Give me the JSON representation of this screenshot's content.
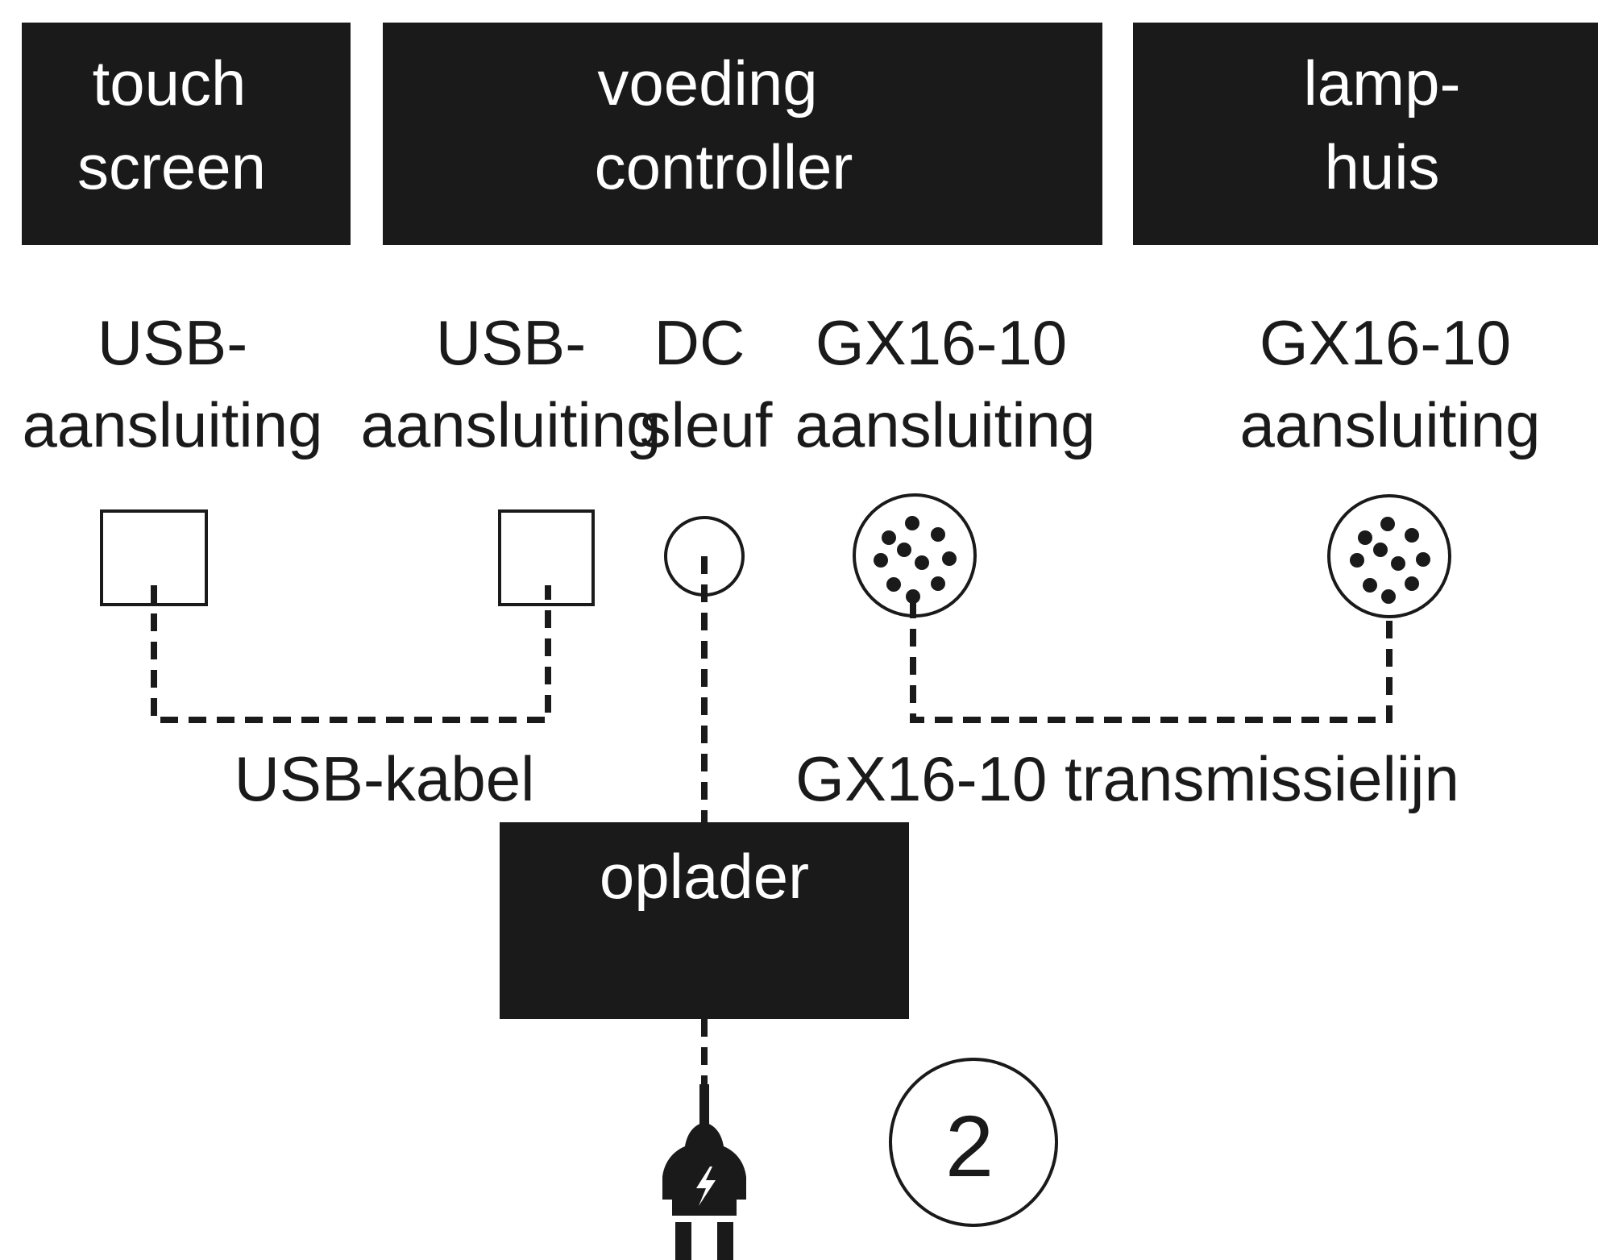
{
  "boxes": {
    "touch_screen": [
      "touch",
      "screen"
    ],
    "controller": [
      "voeding",
      "controller"
    ],
    "lamp_housing": [
      "lamp-",
      "huis"
    ],
    "charger": [
      "oplader"
    ]
  },
  "ports": {
    "touch_usb": [
      "USB-",
      "aansluiting"
    ],
    "controller_usb": [
      "USB-",
      "aansluiting"
    ],
    "controller_dc": [
      "DC",
      "sleuf"
    ],
    "controller_gx": [
      "GX16-10",
      "aansluiting"
    ],
    "lamp_gx": [
      "GX16-10",
      "aansluiting"
    ]
  },
  "cables": {
    "usb": "USB-kabel",
    "gx": "GX16-10 transmissielijn"
  },
  "step_badge": "2",
  "icons": {
    "plug": "power-plug-icon",
    "lightning": "lightning-icon"
  },
  "colors": {
    "ink": "#1a1a1a",
    "background": "#ffffff"
  }
}
